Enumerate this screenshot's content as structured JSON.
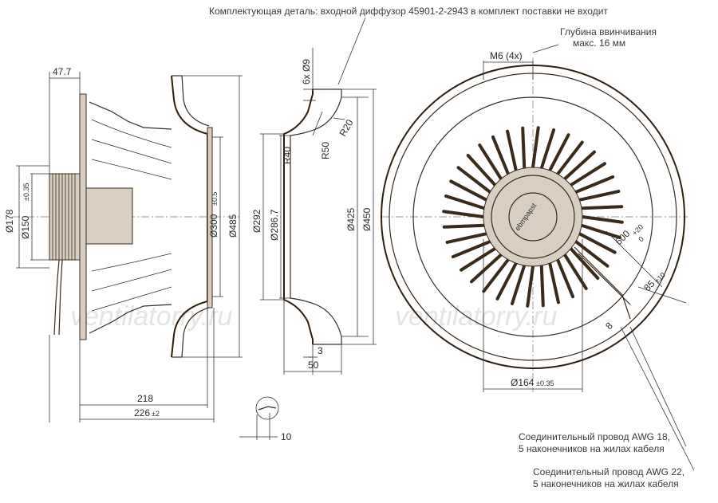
{
  "watermark": {
    "left": "ventilatorry.ru",
    "right": "ventilatorry.ru"
  },
  "notes": {
    "top": "Комплектующая деталь: входной диффузор 45901-2-2943 в комплект поставки не входит",
    "depth_line1": "Глубина ввинчивания",
    "depth_line2": "макс. 16 мм",
    "wire1_line1": "Соединительный провод AWG 18,",
    "wire1_line2": "5 наконечников на жилах кабеля",
    "wire2_line1": "Соединительный провод AWG 22,",
    "wire2_line2": "5 наконечников на жилах кабеля"
  },
  "dims": {
    "d47": "47.7",
    "d178": "Ø178",
    "d150": "Ø150",
    "d150_tol": "±0.35",
    "d300": "Ø300",
    "d300_tol": "±0.5",
    "d485": "Ø485",
    "d218": "218",
    "d226": "226",
    "d226_tol": "±2",
    "d10": "10",
    "d6x9": "6x Ø9",
    "r40": "R40",
    "r50": "R50",
    "r20": "R20",
    "d292": "Ø292",
    "d286": "Ø286.7",
    "d425": "Ø425",
    "d450": "Ø450",
    "d3": "3",
    "d50": "50",
    "m6": "M6 (4x)",
    "d600": "600",
    "d600_tol": "+20",
    "d600_tol2": "0",
    "d85": "85",
    "d85_tol": "±10",
    "d8": "8",
    "d164": "Ø164",
    "d164_tol": "±0.35"
  },
  "logo": "ebmpapst"
}
